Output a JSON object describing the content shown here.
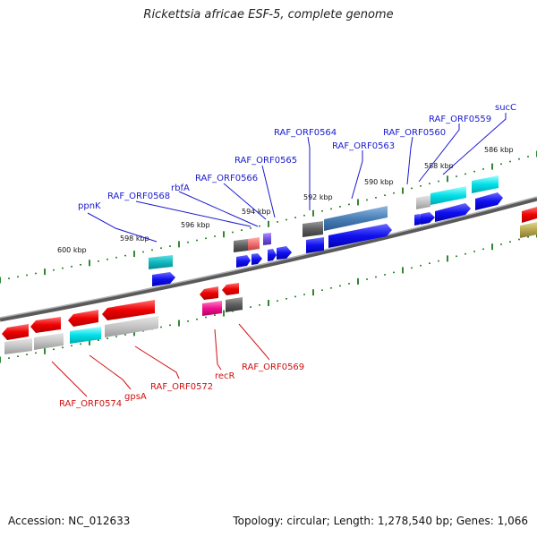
{
  "title": "Rickettsia africae ESF-5, complete genome",
  "accession": "Accession: NC_012633",
  "summary": "Topology: circular; Length: 1,278,540 bp; Genes: 1,066",
  "colors": {
    "backbone": "#7a7a7a",
    "forward_label": "#1a1ad0",
    "reverse_label": "#d01010",
    "tick": "#1a7a1a"
  },
  "ticks": [
    "600 kbp",
    "598 kbp",
    "596 kbp",
    "594 kbp",
    "592 kbp",
    "590 kbp",
    "588 kbp",
    "586 kbp"
  ],
  "forward_genes": [
    "ppnK",
    "RAF_ORF0568",
    "rbfA",
    "RAF_ORF0566",
    "RAF_ORF0565",
    "RAF_ORF0564",
    "RAF_ORF0563",
    "RAF_ORF0560",
    "RAF_ORF0559",
    "sucC"
  ],
  "reverse_genes": [
    "RAF_ORF0574",
    "gpsA",
    "RAF_ORF0572",
    "recR",
    "RAF_ORF0569"
  ]
}
